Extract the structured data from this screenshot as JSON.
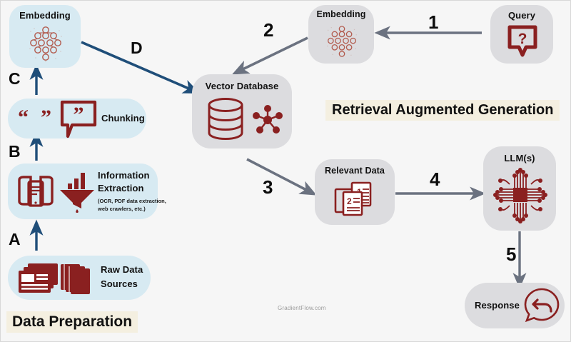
{
  "diagram": {
    "title": "Retrieval Augmented Generation",
    "section_label": "Data Preparation",
    "watermark": "GradientFlow.com",
    "colors": {
      "background": "#f6f6f6",
      "blue_node": "#d7eaf2",
      "gray_node": "#dcdcdf",
      "icon_red": "#8a2020",
      "arrow_blue": "#1f4e79",
      "arrow_gray": "#6b7280",
      "banner": "#f4efe0",
      "text": "#111111"
    },
    "nodes": [
      {
        "id": "embedding_left",
        "label": "Embedding",
        "icon": "neural-network-icon",
        "style": "blue"
      },
      {
        "id": "chunking",
        "label": "Chunking",
        "icon": "quote-bubble-icon",
        "style": "blue"
      },
      {
        "id": "info_extraction",
        "label": "Information Extraction",
        "line1": "Information",
        "line2": "Extraction",
        "sublabel_line1": "(OCR, PDF data extraction,",
        "sublabel_line2": "web crawlers, etc.)",
        "icon": "book-scanner-icon",
        "icon2": "funnel-chart-icon",
        "style": "blue"
      },
      {
        "id": "raw_data",
        "label": "Raw Data Sources",
        "line1": "Raw Data",
        "line2": "Sources",
        "icon": "document-stack-icon",
        "style": "blue"
      },
      {
        "id": "vector_db",
        "label": "Vector Database",
        "icon": "database-cylinder-icon",
        "icon2": "vector-graph-icon",
        "style": "gray"
      },
      {
        "id": "embedding_right",
        "label": "Embedding",
        "icon": "neural-network-icon",
        "style": "gray"
      },
      {
        "id": "query",
        "label": "Query",
        "icon": "question-bubble-icon",
        "style": "gray"
      },
      {
        "id": "relevant_data",
        "label": "Relevant Data",
        "icon": "ranked-documents-icon",
        "style": "gray"
      },
      {
        "id": "llm",
        "label": "LLM(s)",
        "icon": "cpu-chip-icon",
        "style": "gray"
      },
      {
        "id": "response",
        "label": "Response",
        "icon": "reply-bubble-icon",
        "style": "gray"
      }
    ],
    "edges": [
      {
        "id": "A",
        "marker": "A",
        "from": "raw_data",
        "to": "info_extraction",
        "color": "blue"
      },
      {
        "id": "B",
        "marker": "B",
        "from": "info_extraction",
        "to": "chunking",
        "color": "blue"
      },
      {
        "id": "C",
        "marker": "C",
        "from": "chunking",
        "to": "embedding_left",
        "color": "blue"
      },
      {
        "id": "D",
        "marker": "D",
        "from": "embedding_left",
        "to": "vector_db",
        "color": "blue"
      },
      {
        "id": "1",
        "marker": "1",
        "from": "query",
        "to": "embedding_right",
        "color": "gray"
      },
      {
        "id": "2",
        "marker": "2",
        "from": "embedding_right",
        "to": "vector_db",
        "color": "gray"
      },
      {
        "id": "3",
        "marker": "3",
        "from": "vector_db",
        "to": "relevant_data",
        "color": "gray"
      },
      {
        "id": "4",
        "marker": "4",
        "from": "relevant_data",
        "to": "llm",
        "color": "gray"
      },
      {
        "id": "5",
        "marker": "5",
        "from": "llm",
        "to": "response",
        "color": "gray"
      }
    ]
  }
}
